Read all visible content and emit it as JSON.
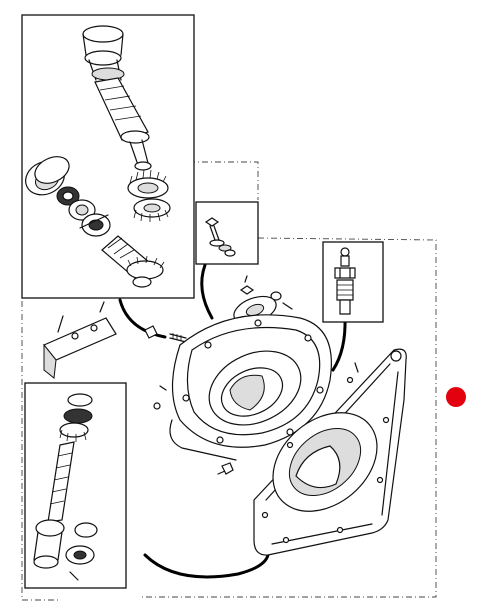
{
  "diagram": {
    "type": "exploded-parts-view",
    "marker_color": "#e3000f",
    "line_color": "#111111",
    "background": "#ffffff",
    "insets": [
      "drive-shaft-assembly-inset",
      "hex-bolt-washer-inset",
      "grease-nipple-inset",
      "output-shaft-gear-inset"
    ],
    "components": [
      "upper-bevel-shaft",
      "bevel-gear-upper",
      "bevel-gear-lower",
      "bearing-stack",
      "seal-ring",
      "hex-bolt-washer",
      "grease-nipple",
      "cover-plate",
      "gearbox-housing",
      "front-cover-plate",
      "lower-shaft-stack",
      "bracket-plate"
    ]
  }
}
